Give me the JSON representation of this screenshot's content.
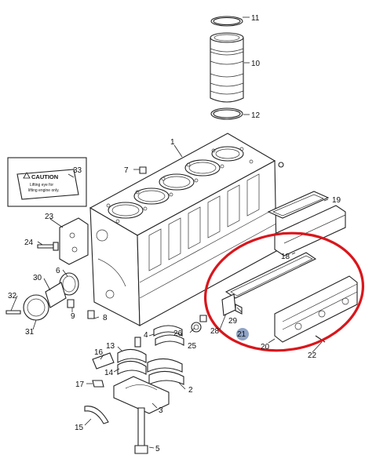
{
  "caution_label": {
    "title": "CAUTION",
    "line1": "Lifting eye for",
    "line2": "lifting engine only."
  },
  "callouts": [
    {
      "id": "c1",
      "text": "1"
    },
    {
      "id": "c2",
      "text": "2"
    },
    {
      "id": "c3",
      "text": "3"
    },
    {
      "id": "c4",
      "text": "4"
    },
    {
      "id": "c5",
      "text": "5"
    },
    {
      "id": "c6",
      "text": "6"
    },
    {
      "id": "c7",
      "text": "7"
    },
    {
      "id": "c8",
      "text": "8"
    },
    {
      "id": "c9",
      "text": "9"
    },
    {
      "id": "c10",
      "text": "10"
    },
    {
      "id": "c11",
      "text": "11"
    },
    {
      "id": "c12",
      "text": "12"
    },
    {
      "id": "c13",
      "text": "13"
    },
    {
      "id": "c14",
      "text": "14"
    },
    {
      "id": "c15",
      "text": "15"
    },
    {
      "id": "c16",
      "text": "16"
    },
    {
      "id": "c17",
      "text": "17"
    },
    {
      "id": "c18",
      "text": "18"
    },
    {
      "id": "c19",
      "text": "19"
    },
    {
      "id": "c20",
      "text": "20"
    },
    {
      "id": "c21",
      "text": "21"
    },
    {
      "id": "c22",
      "text": "22"
    },
    {
      "id": "c23",
      "text": "23"
    },
    {
      "id": "c24",
      "text": "24"
    },
    {
      "id": "c25",
      "text": "25"
    },
    {
      "id": "c26",
      "text": "26"
    },
    {
      "id": "c28",
      "text": "28"
    },
    {
      "id": "c29",
      "text": "29"
    },
    {
      "id": "c30",
      "text": "30"
    },
    {
      "id": "c31",
      "text": "31"
    },
    {
      "id": "c32",
      "text": "32"
    },
    {
      "id": "c33",
      "text": "33"
    }
  ],
  "colors": {
    "highlight_ellipse": "#d9161c",
    "selected_marker": "#8fa4c4"
  }
}
